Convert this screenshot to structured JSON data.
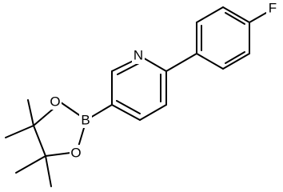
{
  "molecule": {
    "atoms": {
      "fluorine": "F",
      "nitrogen": "N",
      "boron": "B",
      "oxygen_top": "O",
      "oxygen_bottom": "O"
    }
  }
}
